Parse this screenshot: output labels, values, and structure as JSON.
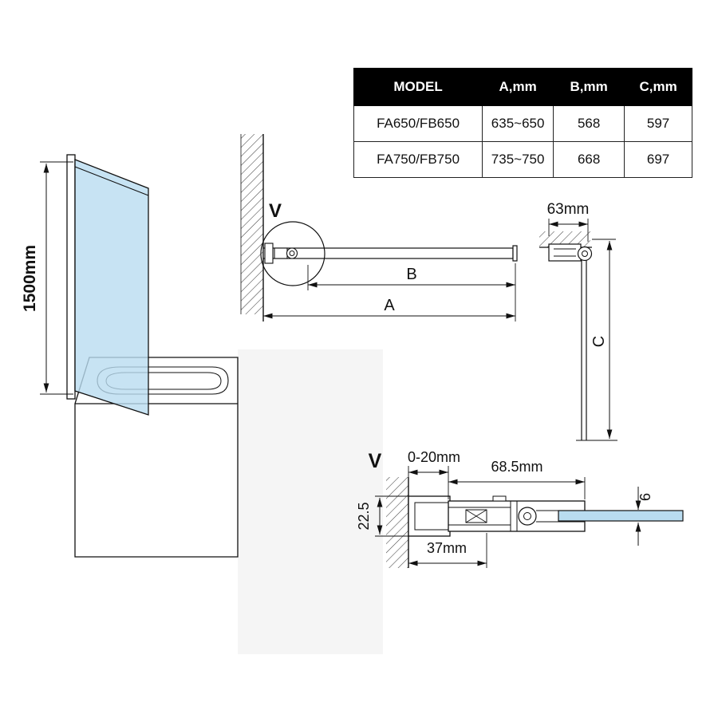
{
  "table": {
    "headers": [
      "MODEL",
      "A,mm",
      "B,mm",
      "C,mm"
    ],
    "rows": [
      [
        "FA650/FB650",
        "635~650",
        "568",
        "597"
      ],
      [
        "FA750/FB750",
        "735~750",
        "668",
        "697"
      ]
    ]
  },
  "labels": {
    "screen_height": "1500mm",
    "detail_marker_top": "V",
    "detail_marker_bottom": "V",
    "dim_b": "B",
    "dim_a": "A",
    "dim_c": "C",
    "top_profile_width": "63mm",
    "adjustment_range": "0-20mm",
    "profile_length": "68.5mm",
    "profile_height": "22.5",
    "wall_profile_width": "37mm",
    "glass_thickness": "6"
  },
  "colors": {
    "glass": "#b9dcf0",
    "line": "#111111",
    "table_header_bg": "#000000",
    "table_header_text": "#ffffff"
  }
}
